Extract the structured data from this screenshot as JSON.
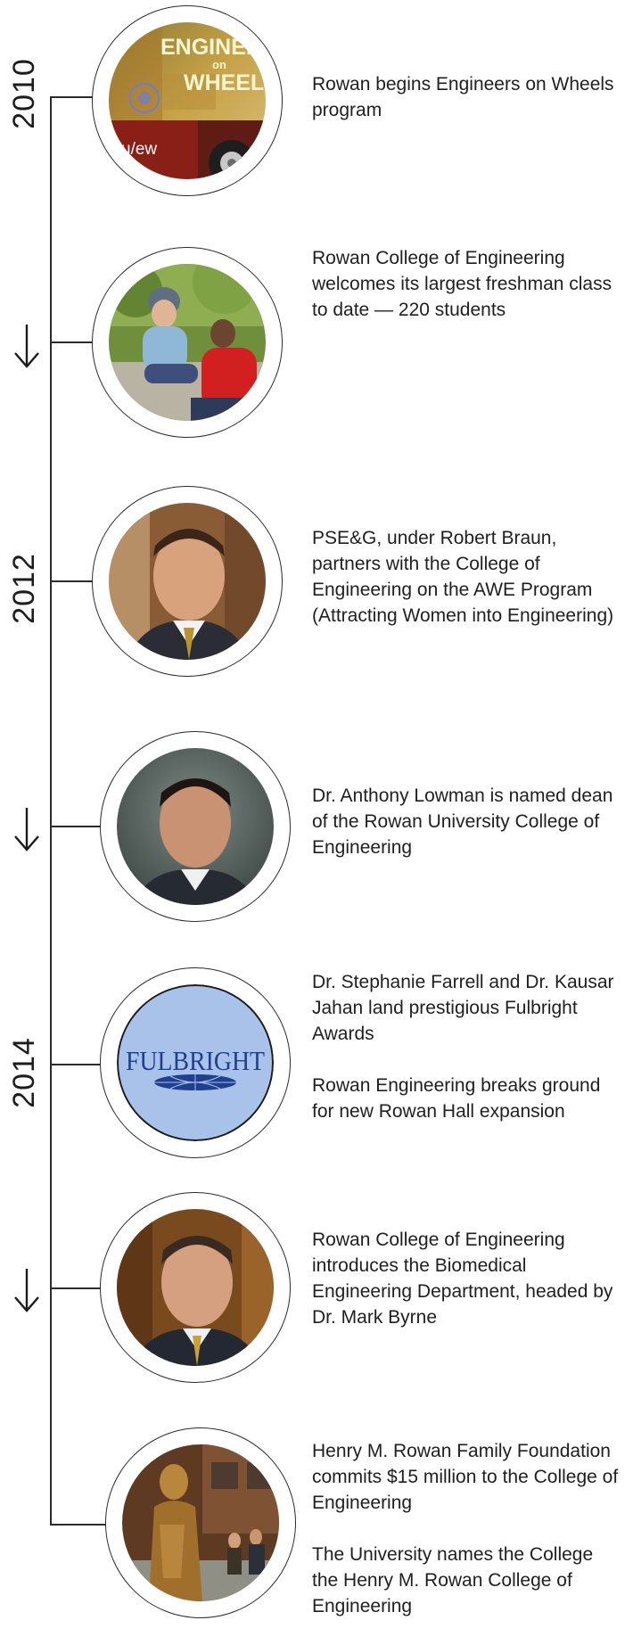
{
  "years": [
    "2010",
    "2012",
    "2014"
  ],
  "events": [
    {
      "image": "engineers-on-wheels-bus",
      "image_text": [
        "ENGINEE",
        "on",
        "WHEELS",
        "u/ew"
      ],
      "paragraphs": [
        "Rowan begins Engineers on Wheels program"
      ]
    },
    {
      "image": "students-outdoors-photo",
      "paragraphs": [
        "Rowan College of Engineering welcomes its largest freshman class to date — 220 students"
      ]
    },
    {
      "image": "robert-braun-portrait",
      "paragraphs": [
        "PSE&G, under Robert Braun, partners with the College of Engineering on the AWE Program (Attracting Women into Engineering)"
      ]
    },
    {
      "image": "anthony-lowman-portrait",
      "paragraphs": [
        "Dr. Anthony Lowman is named dean of the Rowan University College of Engineering"
      ]
    },
    {
      "image": "fulbright-logo",
      "image_text": [
        "FULBRIGHT"
      ],
      "paragraphs": [
        "Dr. Stephanie Farrell and Dr. Kausar Jahan land prestigious Fulbright Awards",
        "Rowan Engineering breaks ground for new Rowan Hall expansion"
      ]
    },
    {
      "image": "mark-byrne-portrait",
      "paragraphs": [
        "Rowan College of Engineering introduces the Biomedical Engineering Department, headed by Dr. Mark Byrne"
      ]
    },
    {
      "image": "henry-rowan-statue-photo",
      "paragraphs": [
        "Henry M. Rowan Family Foundation commits $15 million to the College of Engineering",
        "The University names the College the Henry M. Rowan College of Engineering"
      ]
    }
  ],
  "colors": {
    "line": "#2b2b2b",
    "text": "#1f1f1f",
    "fulbright_bg": "#a9c2ea",
    "fulbright_ink": "#1f3f8f"
  }
}
